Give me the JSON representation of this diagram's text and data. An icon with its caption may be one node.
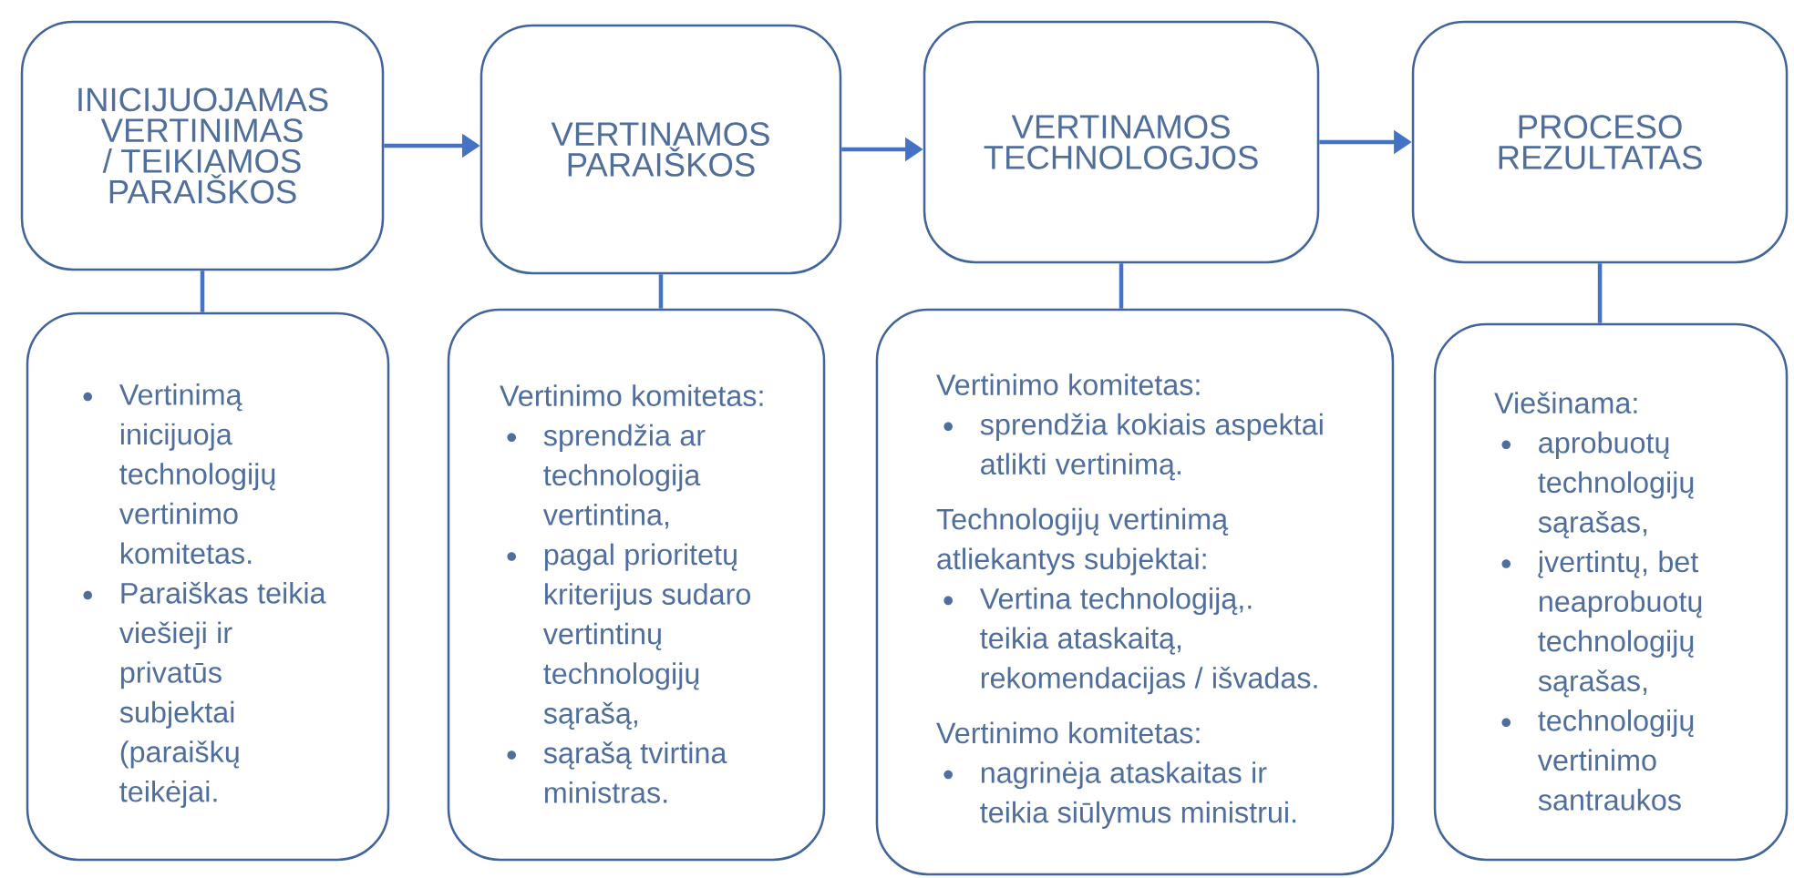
{
  "diagram": {
    "nodes": [
      {
        "text": [
          "INICIJUOJAMAS VERTINIMAS / TEIKIAMOS PARAIŠKOS"
        ]
      },
      {
        "text": [
          "VERTINAMOS PARAIŠKOS"
        ]
      },
      {
        "text": [
          "VERTINAMOS TECHNOLOGJOS"
        ]
      },
      {
        "text": [
          "PROCESO REZULTATAS"
        ]
      },
      {
        "text": [
          "Vertinimą inicijuoja technologijų vertinimo komitetas.",
          "Paraiškas teikia viešieji ir privatūs subjektai (paraiškų teikėjai."
        ]
      },
      {
        "text": [
          "Vertinimo komitetas:",
          "sprendžia ar technologija vertintina,",
          "pagal prioritetų kriterijus sudaro vertintinų technologijų sąrašą,",
          "sąrašą tvirtina ministras."
        ]
      },
      {
        "text": [
          "Vertinimo komitetas:",
          "sprendžia kokiais aspektai atlikti vertinimą.",
          "Technologijų vertinimą atliekantys subjektai:",
          "Vertina technologiją,. teikia ataskaitą, rekomendacijas / išvadas.",
          "Vertinimo komitetas:",
          "nagrinėja ataskaitas ir teikia siūlymus ministrui."
        ]
      },
      {
        "text": [
          "Viešinama:",
          "aprobuotų technologijų sąrašas,",
          "įvertintų, bet neaprobuotų technologijų sąrašas,",
          "technologijų vertinimo santraukos"
        ]
      }
    ],
    "edges": [
      {
        "from": 0,
        "to": 1,
        "arrow": "to"
      },
      {
        "from": 1,
        "to": 2,
        "arrow": "to"
      },
      {
        "from": 2,
        "to": 3,
        "arrow": "to"
      },
      {
        "from": 0,
        "to": 4,
        "arrow": "none"
      },
      {
        "from": 1,
        "to": 5,
        "arrow": "none"
      },
      {
        "from": 2,
        "to": 6,
        "arrow": "none"
      },
      {
        "from": 3,
        "to": 7,
        "arrow": "none"
      }
    ]
  }
}
